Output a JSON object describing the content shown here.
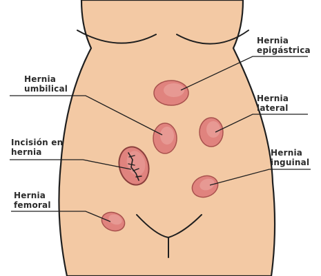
{
  "colors": {
    "skin": "#f3c9a4",
    "outline": "#1f1f1f",
    "hernia_fill": "#e0837e",
    "hernia_highlight": "#eaa39c",
    "hernia_stroke": "#a8514d",
    "leader": "#1f1f1f",
    "text": "#2b2b2b"
  },
  "labels": {
    "epigastric": {
      "line1": "Hernia",
      "line2": "epigástrica"
    },
    "umbilical": {
      "line1": "Hernia",
      "line2": "umbilical"
    },
    "lateral": {
      "line1": "Hernia",
      "line2": "lateral"
    },
    "incisional": {
      "line1": "Incisión en",
      "line2": "hernia"
    },
    "inguinal": {
      "line1": "Hernia",
      "line2": "inguinal"
    },
    "femoral": {
      "line1": "Hernia",
      "line2": "femoral"
    }
  }
}
